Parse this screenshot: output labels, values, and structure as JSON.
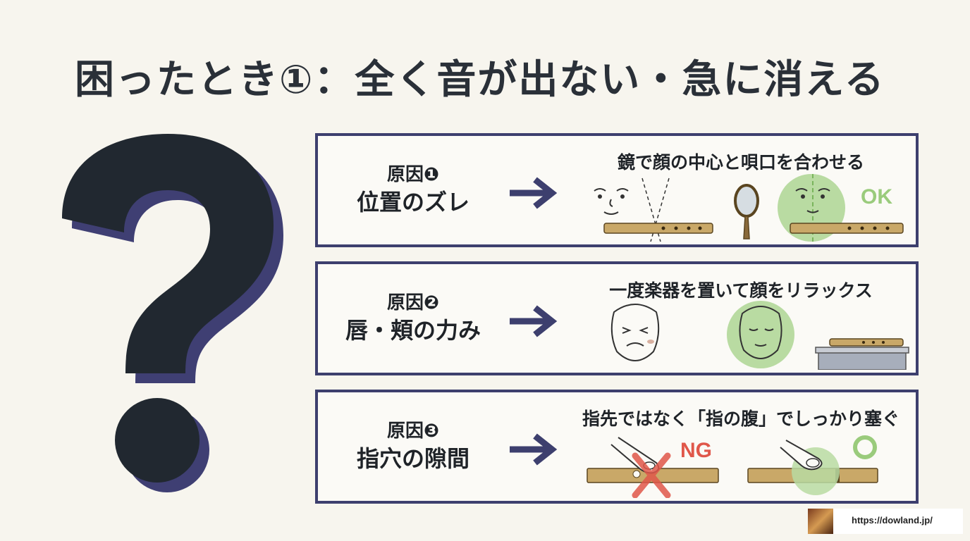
{
  "title": "困ったとき①：全く音が出ない・急に消える",
  "causes": [
    {
      "number": "原因❶",
      "name": "位置のズレ",
      "tip": "鏡で顔の中心と唄口を合わせる",
      "mark": "OK"
    },
    {
      "number": "原因❷",
      "name": "唇・頬の力み",
      "tip": "一度楽器を置いて顔をリラックス"
    },
    {
      "number": "原因❸",
      "name": "指穴の隙間",
      "tip": "指先ではなく「指の腹」でしっかり塞ぐ",
      "mark": "NG"
    }
  ],
  "footer": {
    "url": "https://dowland.jp/"
  },
  "colors": {
    "accent": "#3d3f6e",
    "background": "#f7f5ee",
    "ok_green": "#9acb7c",
    "ng_red": "#e0574a",
    "bamboo": "#c9a868"
  },
  "icons": [
    "question-mark-icon",
    "arrow-right-icon",
    "face-icon",
    "mirror-icon",
    "flute-icon",
    "tense-face-icon",
    "relaxed-face-icon",
    "finger-icon",
    "cross-icon",
    "circle-icon"
  ]
}
